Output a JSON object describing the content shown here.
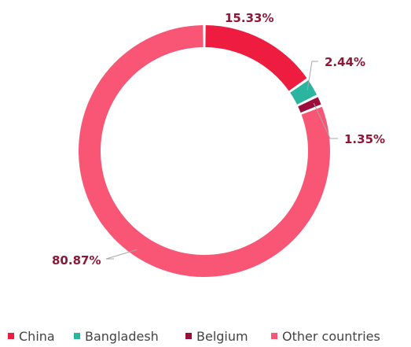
{
  "chart_data": {
    "type": "pie",
    "donut": true,
    "categories": [
      "China",
      "Bangladesh",
      "Belgium",
      "Other countries"
    ],
    "values": [
      15.33,
      2.44,
      1.35,
      80.87
    ],
    "data_labels": [
      "15.33%",
      "2.44%",
      "1.35%",
      "80.87%"
    ],
    "colors": [
      "#ee1d3f",
      "#2bb5a0",
      "#9b0d3c",
      "#f85674"
    ],
    "label_color": "#8e1738",
    "legend_position": "bottom"
  }
}
